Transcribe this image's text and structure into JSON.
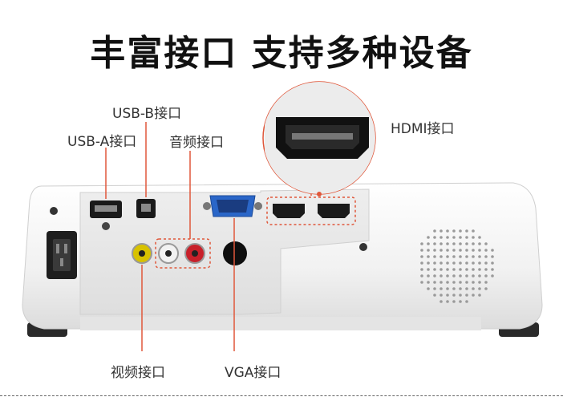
{
  "title": "丰富接口 支持多种设备",
  "labels": {
    "usb_b": "USB-B接口",
    "usb_a": "USB-A接口",
    "audio": "音频接口",
    "hdmi": "HDMI接口",
    "video": "视频接口",
    "vga": "VGA接口"
  },
  "colors": {
    "accent_line": "#e0573a",
    "body": "#f4f4f4",
    "panel": "#e9e9e9",
    "port_dark": "#1a1a1a"
  }
}
